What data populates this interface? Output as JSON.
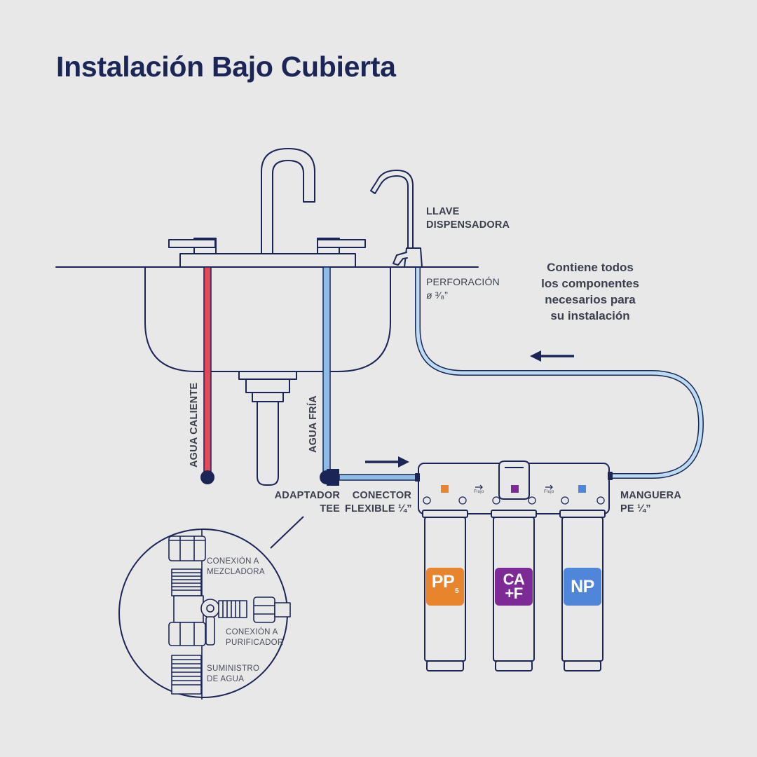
{
  "title": "Instalación Bajo Cubierta",
  "labels": {
    "llave_line1": "LLAVE",
    "llave_line2": "DISPENSADORA",
    "perforacion_line1": "PERFORACIÓN",
    "perforacion_line2": "ø ³⁄₈”",
    "agua_caliente": "AGUA CALIENTE",
    "agua_fria": "AGUA FRÍA",
    "adaptador_line1": "ADAPTADOR",
    "adaptador_line2": "TEE",
    "conector_line1": "CONECTOR",
    "conector_line2": "FLEXIBLE ¼”",
    "manguera_line1": "MANGUERA",
    "manguera_line2": "PE ¼”"
  },
  "note": {
    "line1": "Contiene todos",
    "line2": "los componentes",
    "line3": "necesarios para",
    "line4": "su instalación"
  },
  "detail": {
    "mezcladora_line1": "CONEXIÓN A",
    "mezcladora_line2": "MEZCLADORA",
    "purificador_line1": "CONEXIÓN A",
    "purificador_line2": "PURIFICADOR",
    "suministro_line1": "SUMINISTRO",
    "suministro_line2": "DE AGUA"
  },
  "flow_label": "Flujo",
  "filters": [
    {
      "label": "PP",
      "sub": "5",
      "color": "#e8842c"
    },
    {
      "label_line1": "CA",
      "label_line2": "+F",
      "color": "#7d2a96"
    },
    {
      "label": "NP",
      "color": "#4f86d9"
    }
  ],
  "colors": {
    "outline": "#1b2556",
    "hot_pipe": "#e2475a",
    "cold_pipe": "#8dbde6",
    "background": "#e8e8e9"
  }
}
